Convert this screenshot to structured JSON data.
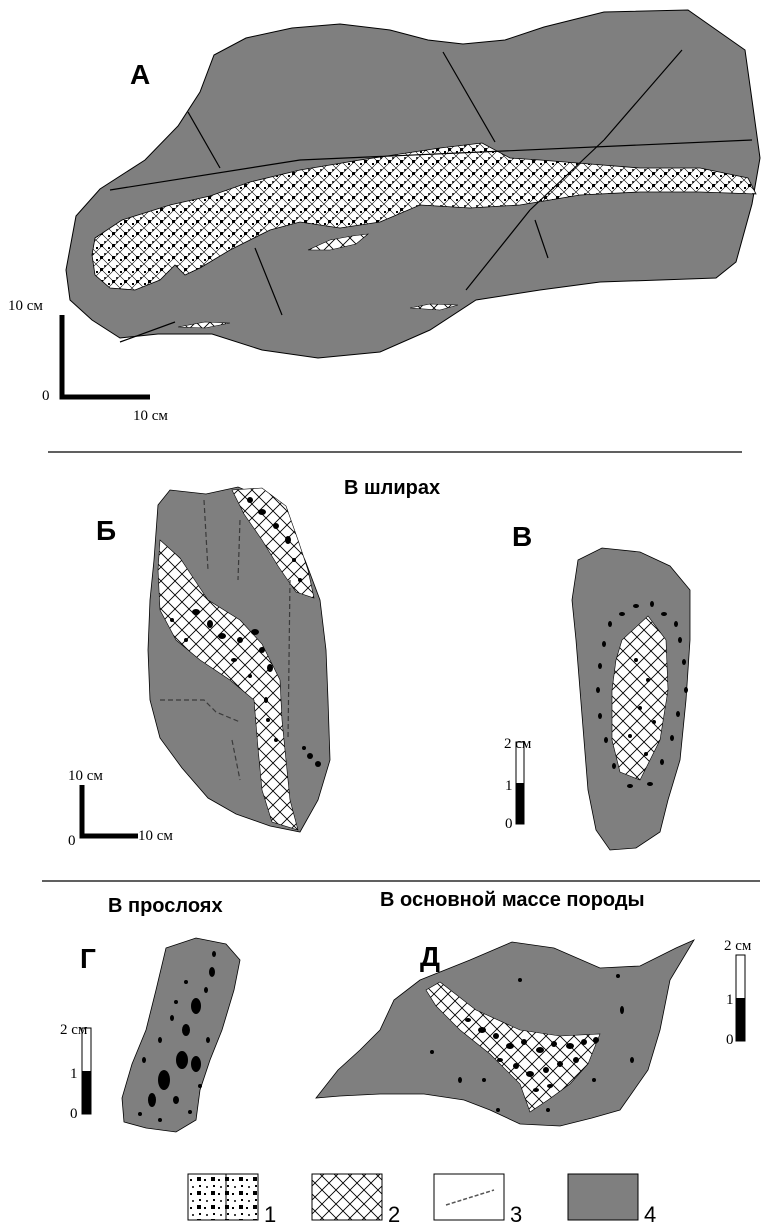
{
  "panels": {
    "a": {
      "letter": "А"
    },
    "b": {
      "letter": "Б"
    },
    "v": {
      "letter": "В"
    },
    "g": {
      "letter": "Г"
    },
    "d": {
      "letter": "Д"
    }
  },
  "captions": {
    "schlieren": "В шлирах",
    "layers": "В прослоях",
    "groundmass": "В основной массе породы"
  },
  "scales": {
    "a": {
      "y_label": "10 см",
      "origin": "0",
      "x_label": "10 см"
    },
    "b": {
      "y_label": "10 см",
      "origin": "0",
      "x_label": "10 см"
    },
    "v": {
      "top": "2 см",
      "mid": "1",
      "bottom": "0"
    },
    "g": {
      "top": "2 см",
      "mid": "1",
      "bottom": "0"
    },
    "d": {
      "top": "2 см",
      "mid": "1",
      "bottom": "0"
    }
  },
  "legend": [
    {
      "num": "1",
      "pattern": "dots"
    },
    {
      "num": "2",
      "pattern": "crosshatch"
    },
    {
      "num": "3",
      "pattern": "dashed-line"
    },
    {
      "num": "4",
      "pattern": "solid-gray"
    }
  ],
  "colors": {
    "rock": "#7f7f7f",
    "ink": "#000000",
    "paper": "#ffffff"
  }
}
